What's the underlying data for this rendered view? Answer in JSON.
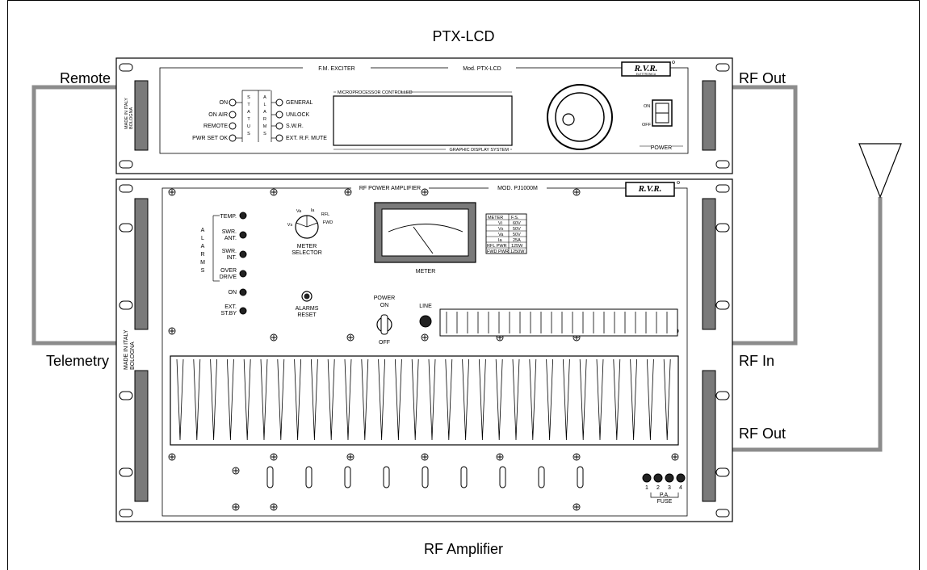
{
  "title": "PTX-LCD",
  "bottom_title": "RF Amplifier",
  "side_labels": {
    "remote": "Remote",
    "telemetry": "Telemetry",
    "rf_out_top": "RF Out",
    "rf_in": "RF In",
    "rf_out_bottom": "RF Out"
  },
  "exciter": {
    "header_left": "F.M. EXCITER",
    "header_model": "Mod. PTX-LCD",
    "brand": "R.V.R.",
    "brand_sub": "ELETTRONICA",
    "made_in": "MADE IN ITALY",
    "made_city": "BOLOGNA",
    "leds": [
      "ON",
      "ON AIR",
      "REMOTE",
      "PWR SET OK"
    ],
    "status_letters": [
      "S",
      "T",
      "A",
      "T",
      "U",
      "S"
    ],
    "alarm_letters": [
      "A",
      "L",
      "A",
      "R",
      "M",
      "S"
    ],
    "alarms": [
      "GENERAL",
      "UNLOCK",
      "S.W.R.",
      "EXT. R.F. MUTE"
    ],
    "display_top": "MICROPROCESSOR CONTROLLED",
    "display_bottom": "GRAPHIC DISPLAY SYSTEM",
    "switch_on": "ON",
    "switch_off": "OFF",
    "power": "POWER"
  },
  "amplifier": {
    "header_left": "RF POWER AMPLIFIER",
    "header_model": "MOD. PJ1000M",
    "brand": "R.V.R.",
    "made_in": "MADE IN ITALY",
    "made_city": "BOLOGNA",
    "alarms_word": [
      "A",
      "L",
      "A",
      "R",
      "M",
      "S"
    ],
    "alarm_leds": [
      [
        "TEMP."
      ],
      [
        "SWR.",
        "ANT."
      ],
      [
        "SWR.",
        "INT."
      ],
      [
        "OVER",
        "DRIVE"
      ],
      [
        "ON"
      ],
      [
        "EXT.",
        "ST.BY"
      ]
    ],
    "meter_positions": [
      "Vs",
      "Va",
      "Ia",
      "RFL",
      "FWD"
    ],
    "meter_selector": [
      "METER",
      "SELECTOR"
    ],
    "meter_label": "METER",
    "alarms_reset": [
      "ALARMS",
      "RESET"
    ],
    "power_on": [
      "POWER",
      "ON"
    ],
    "power_off": "OFF",
    "line": "LINE",
    "table": [
      [
        "METER",
        "F.S."
      ],
      [
        "Vi",
        "60V"
      ],
      [
        "Vs",
        "50V"
      ],
      [
        "Va",
        "50V"
      ],
      [
        "Ia",
        "25A"
      ],
      [
        "RFL PWR",
        "125W"
      ],
      [
        "FWD PWR",
        "1250W"
      ]
    ],
    "fuse_numbers": [
      "1",
      "2",
      "3",
      "4"
    ],
    "fuse_label": [
      "P.A.",
      "FUSE"
    ]
  }
}
